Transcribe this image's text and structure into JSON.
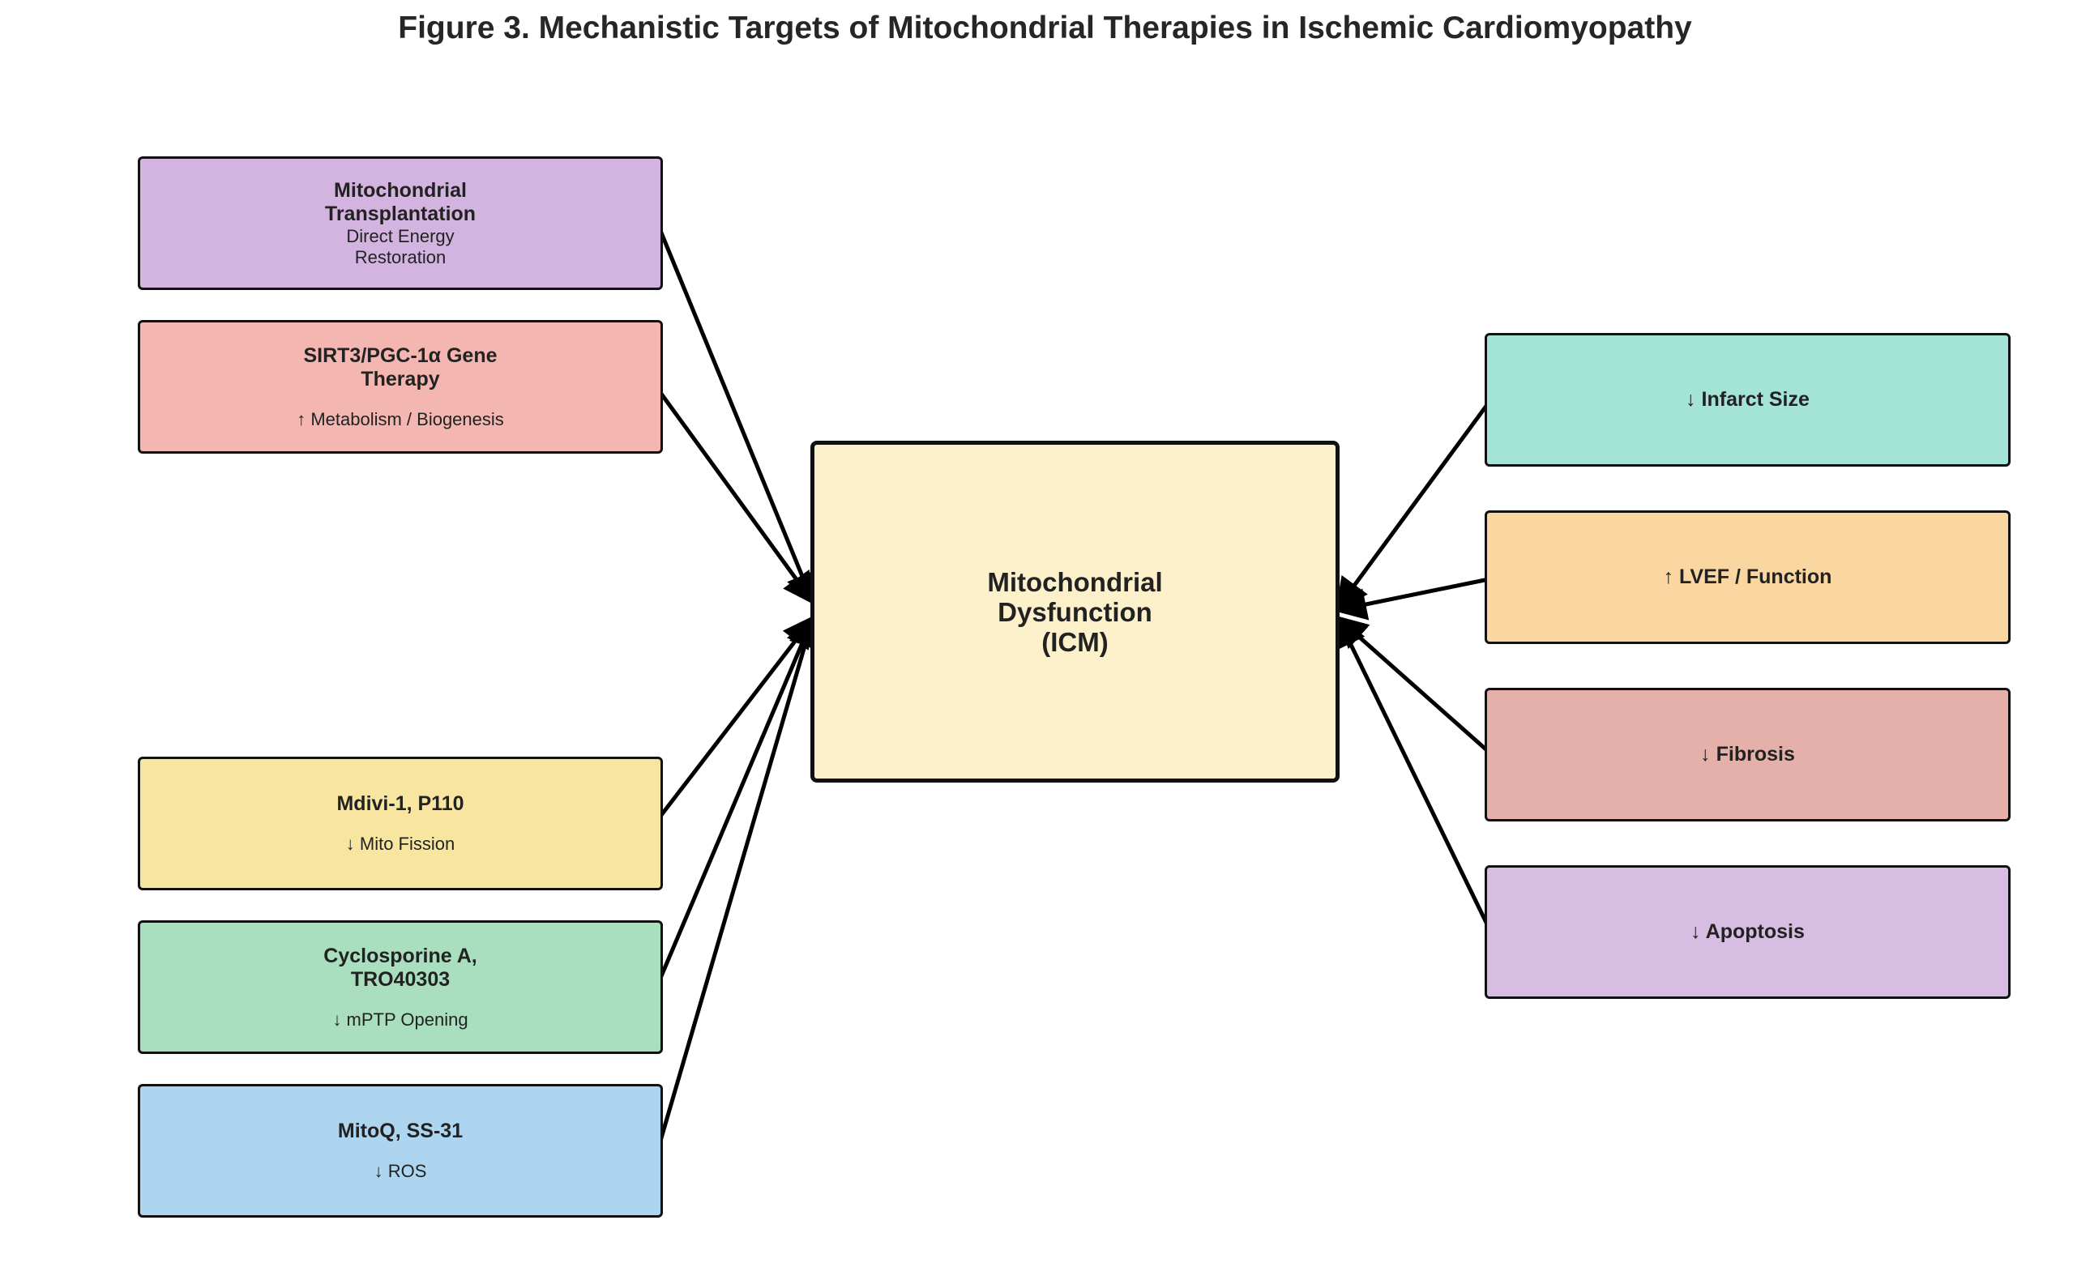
{
  "title": "Figure 3. Mechanistic Targets of Mitochondrial Therapies in Ischemic Cardiomyopathy",
  "center": {
    "label": "Mitochondrial\nDysfunction\n(ICM)",
    "color": "#fdf1cc"
  },
  "therapies": [
    {
      "name": "Mitochondrial\nTransplantation",
      "effect": "Direct Energy\nRestoration",
      "color": "#d3b3df"
    },
    {
      "name": "SIRT3/PGC-1α Gene\nTherapy",
      "effect": "↑ Metabolism / Biogenesis",
      "color": "#f4b6b0"
    },
    {
      "name": "Mdivi-1, P110",
      "effect": "↓ Mito Fission",
      "color": "#f8e6a0"
    },
    {
      "name": "Cyclosporine A,\nTRO40303",
      "effect": "↓ mPTP Opening",
      "color": "#a9dfbf"
    },
    {
      "name": "MitoQ, SS-31",
      "effect": "↓ ROS",
      "color": "#aed5f0"
    }
  ],
  "outcomes": [
    {
      "label": "↓ Infarct Size",
      "color": "#a3e4d7"
    },
    {
      "label": "↑ LVEF / Function",
      "color": "#fad7a0"
    },
    {
      "label": "↓ Fibrosis",
      "color": "#e6b0aa"
    },
    {
      "label": "↓ Apoptosis",
      "color": "#d7bde2"
    }
  ],
  "edges": [
    {
      "from": "therapy-0",
      "to": "center"
    },
    {
      "from": "therapy-1",
      "to": "center"
    },
    {
      "from": "therapy-2",
      "to": "center"
    },
    {
      "from": "therapy-3",
      "to": "center"
    },
    {
      "from": "therapy-4",
      "to": "center"
    },
    {
      "from": "outcome-0",
      "to": "center"
    },
    {
      "from": "outcome-1",
      "to": "center"
    },
    {
      "from": "outcome-2",
      "to": "center"
    },
    {
      "from": "outcome-3",
      "to": "center"
    }
  ]
}
